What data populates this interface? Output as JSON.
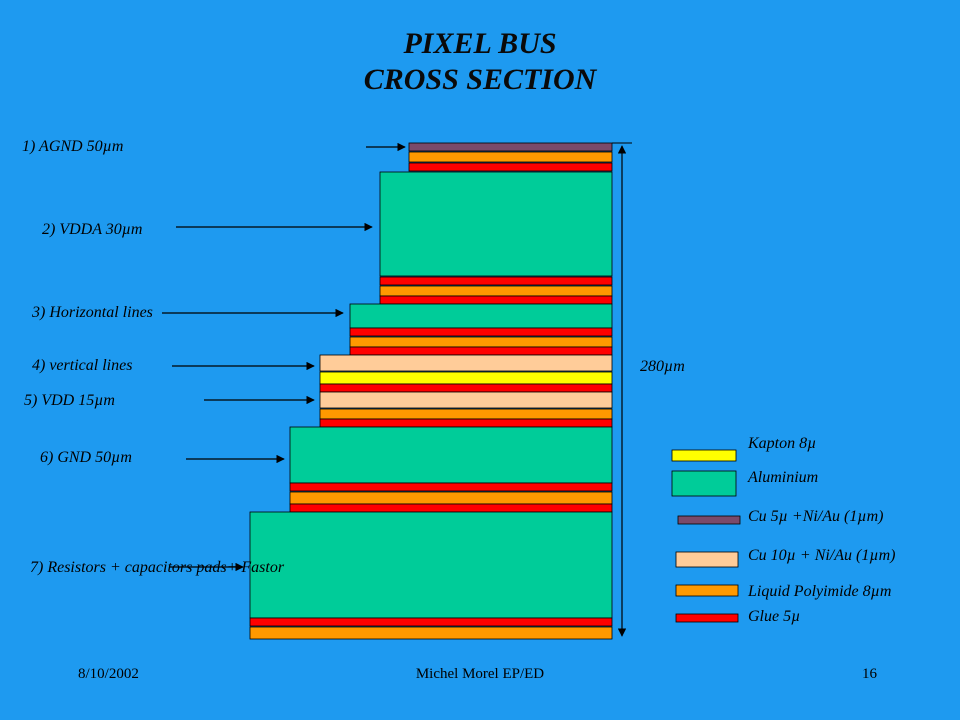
{
  "title_line1": "PIXEL BUS",
  "title_line2": "CROSS SECTION",
  "callouts": [
    "7) Resistors + capacitors pads+ Fastor",
    "6) GND 50µm",
    "5) VDD 15µm",
    "4) vertical lines",
    "3) Horizontal lines",
    "2) VDDA 30µm",
    "1) AGND 50µm"
  ],
  "total_thickness_label": "280µm",
  "legend": [
    {
      "label": "Kapton 8µ",
      "color": "#FFFF00"
    },
    {
      "label": "Aluminium",
      "color": "#00CC99"
    },
    {
      "label": "Cu 5µ +Ni/Au (1µm)",
      "color": "#7A4A6A"
    },
    {
      "label": "Cu 10µ + Ni/Au (1µm)",
      "color": "#FFCC99"
    },
    {
      "label": "Liquid Polyimide 8µm",
      "color": "#FF9900"
    },
    {
      "label": "Glue 5µ",
      "color": "#FF0000"
    }
  ],
  "footer": {
    "date": "8/10/2002",
    "author": "Michel Morel EP/ED",
    "page": "16"
  }
}
